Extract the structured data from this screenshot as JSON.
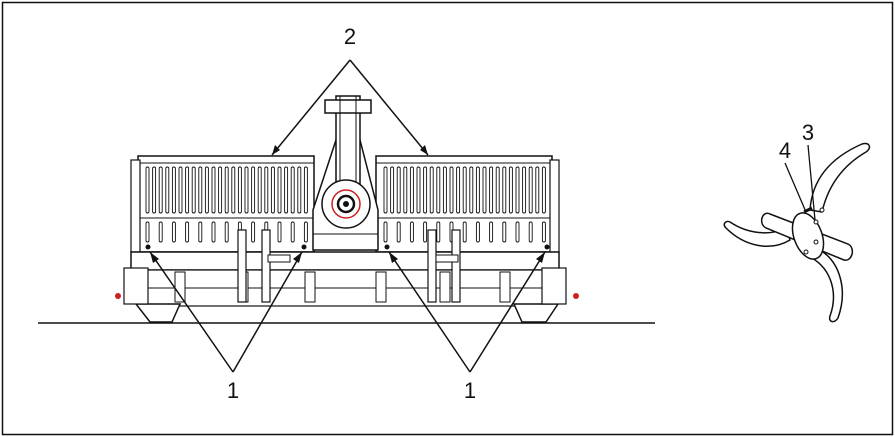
{
  "callouts": {
    "c1_left": "1",
    "c1_right": "1",
    "c2": "2",
    "c3": "3",
    "c4": "4"
  },
  "colors": {
    "line": "#111111",
    "accent_red": "#cc1f1f",
    "background": "#ffffff"
  }
}
